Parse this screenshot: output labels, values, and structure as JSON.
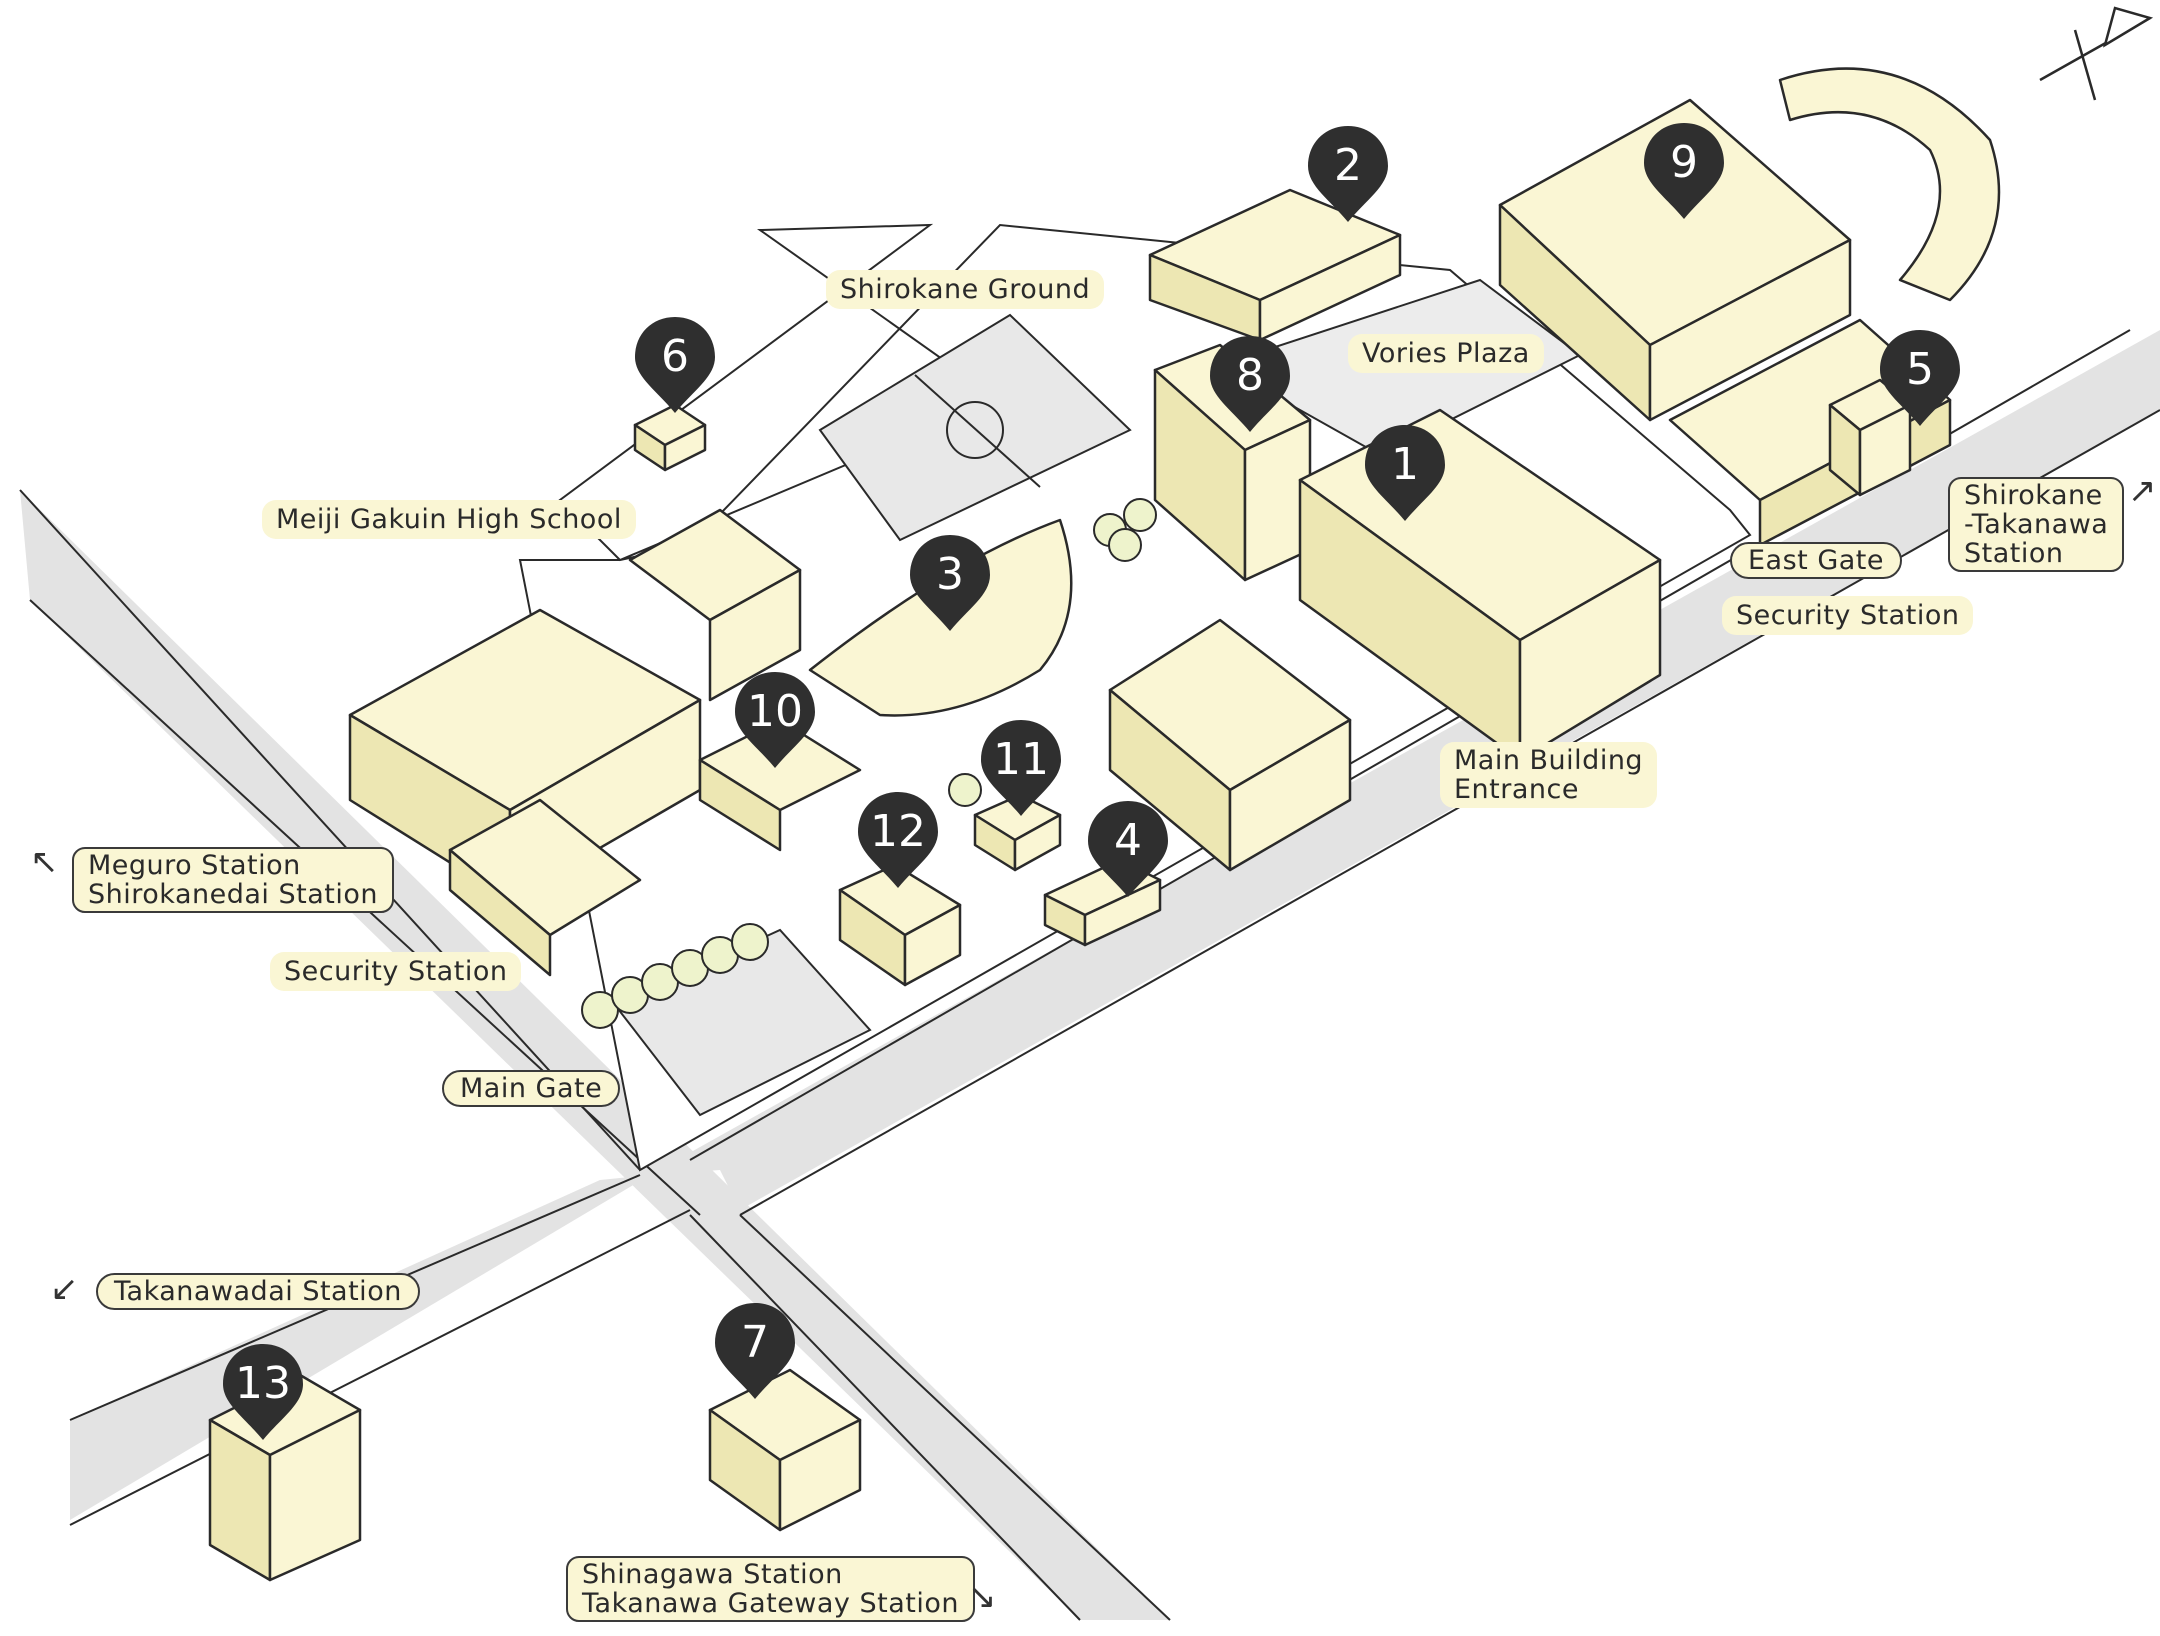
{
  "colors": {
    "building": "#faf6d4",
    "building_side": "#ede7b3",
    "road": "#e3e3e3",
    "ground": "#e8e8e8",
    "outline": "#2a2a2a",
    "pin": "#2f2f2f",
    "tree": "#eef3cc"
  },
  "labels": {
    "shirokane_ground": "Shirokane Ground",
    "vories_plaza": "Vories Plaza",
    "meiji_high": "Meiji Gakuin High School",
    "east_gate": "East Gate",
    "security_east": "Security Station",
    "shirokane_takanawa": "Shirokane\n-Takanawa\nStation",
    "main_entrance": "Main Building\nEntrance",
    "meguro": "Meguro Station\nShirokanedai Station",
    "security_main": "Security Station",
    "main_gate": "Main Gate",
    "takanawadai": "Takanawadai Station",
    "shinagawa": "Shinagawa Station\nTakanawa Gateway Station"
  },
  "pins": {
    "p1": "1",
    "p2": "2",
    "p3": "3",
    "p4": "4",
    "p5": "5",
    "p6": "6",
    "p7": "7",
    "p8": "8",
    "p9": "9",
    "p10": "10",
    "p11": "11",
    "p12": "12",
    "p13": "13"
  },
  "icons": {
    "north_arrow": "north-arrow-icon",
    "direction_arrow": "diagonal-arrow-icon",
    "pin": "map-pin-icon"
  }
}
